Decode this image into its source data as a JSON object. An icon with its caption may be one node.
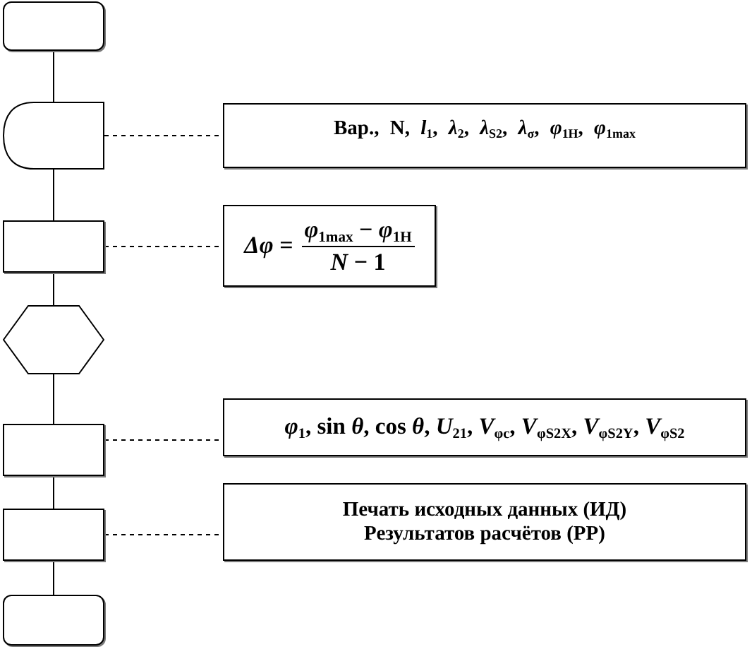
{
  "diagram": {
    "nodes": [
      {
        "text": [],
        "shape": "terminal"
      },
      {
        "text": [],
        "shape": "display"
      },
      {
        "text": [
          "Вар., N, *l*$_{1}$, *λ*$_{2}$, *λ*$_{S2}$, *λ*$_{σ}$, *φ*$_{1H}$, *φ*$_{1max}$"
        ]
      },
      {
        "text": [],
        "shape": "box"
      },
      {
        "text": [
          "Δφ =",
          "*φ*$_{1max}$ − *φ*$_{1H}$",
          "*N* − 1"
        ]
      },
      {
        "text": [],
        "shape": "hexagon"
      },
      {
        "text": [],
        "shape": "box"
      },
      {
        "text": [
          "*φ*$_{1}$, sin *θ*, cos *θ*, *U*$_{21}$, *V*$_{φc}$, *V*$_{φS2X}$, *V*$_{φS2Y}$, *V*$_{φS2}$"
        ]
      },
      {
        "text": [],
        "shape": "box"
      },
      {
        "text": [
          "Печать исходных данных (ИД)",
          "Результатов расчётов (РР)"
        ]
      },
      {
        "text": [],
        "shape": "terminal"
      }
    ],
    "edges": [
      {
        "from": 0,
        "to": 1,
        "arrow": "none"
      },
      {
        "from": 1,
        "to": 2,
        "arrow": "none",
        "style": "dashed"
      },
      {
        "from": 1,
        "to": 3,
        "arrow": "none"
      },
      {
        "from": 3,
        "to": 4,
        "arrow": "none",
        "style": "dashed"
      },
      {
        "from": 3,
        "to": 5,
        "arrow": "none"
      },
      {
        "from": 5,
        "to": 6,
        "arrow": "none"
      },
      {
        "from": 6,
        "to": 7,
        "arrow": "none",
        "style": "dashed"
      },
      {
        "from": 6,
        "to": 8,
        "arrow": "none"
      },
      {
        "from": 8,
        "to": 9,
        "arrow": "none",
        "style": "dashed"
      },
      {
        "from": 8,
        "to": 10,
        "arrow": "none"
      }
    ]
  }
}
